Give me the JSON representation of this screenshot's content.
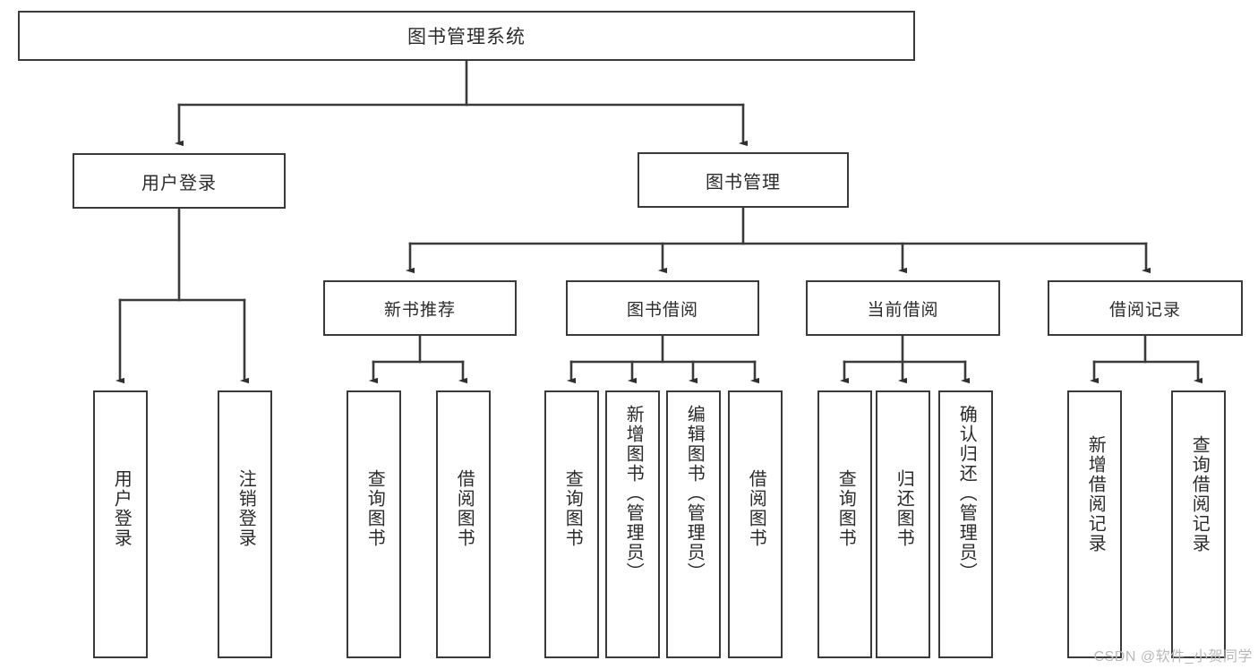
{
  "diagram": {
    "title": "图书管理系统",
    "type": "tree-hierarchy-diagram",
    "colors": {
      "stroke": "#3a3a3a",
      "fill": "#ffffff",
      "text": "#2b2b2b",
      "watermark": "#b9b9b9"
    },
    "root": {
      "label": "图书管理系统"
    },
    "level2": [
      {
        "label": "用户登录"
      },
      {
        "label": "图书管理"
      }
    ],
    "level3": [
      {
        "label": "新书推荐"
      },
      {
        "label": "图书借阅"
      },
      {
        "label": "当前借阅"
      },
      {
        "label": "借阅记录"
      }
    ],
    "leaves": {
      "user_login": [
        {
          "label": "用户登录"
        },
        {
          "label": "注销登录"
        }
      ],
      "new_book_recommend": [
        {
          "label": "查询图书"
        },
        {
          "label": "借阅图书"
        }
      ],
      "book_borrow": [
        {
          "label": "查询图书"
        },
        {
          "label": "新增图书（管理员）"
        },
        {
          "label": "编辑图书（管理员）"
        },
        {
          "label": "借阅图书"
        }
      ],
      "current_borrow": [
        {
          "label": "查询图书"
        },
        {
          "label": "归还图书"
        },
        {
          "label": "确认归还（管理员）"
        }
      ],
      "borrow_record": [
        {
          "label": "新增借阅记录"
        },
        {
          "label": "查询借阅记录"
        }
      ]
    }
  },
  "watermark": {
    "text": "CSDN @软件_小贺同学"
  }
}
